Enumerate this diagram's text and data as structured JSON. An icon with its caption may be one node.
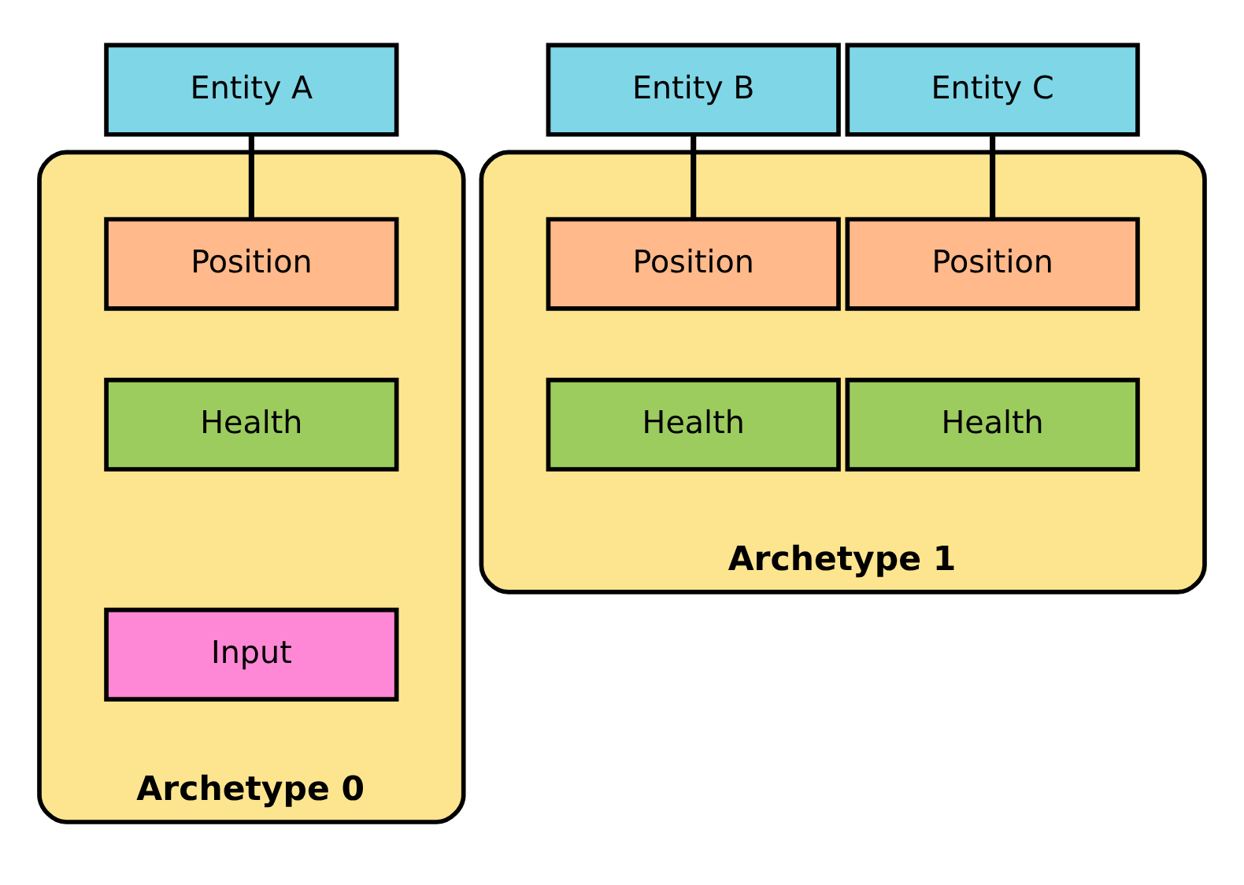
{
  "diagram": {
    "nodes": [
      {
        "text": [
          "Entity A"
        ]
      },
      {
        "text": [
          "Entity B"
        ]
      },
      {
        "text": [
          "Entity C"
        ]
      },
      {
        "text": [
          "Archetype 0"
        ]
      },
      {
        "text": [
          "Position"
        ],
        "in": 3
      },
      {
        "text": [
          "Health"
        ],
        "in": 3
      },
      {
        "text": [
          "Input"
        ],
        "in": 3
      },
      {
        "text": [
          "Archetype 1"
        ]
      },
      {
        "text": [
          "Position"
        ],
        "in": 7
      },
      {
        "text": [
          "Health"
        ],
        "in": 7
      },
      {
        "text": [
          "Position"
        ],
        "in": 7
      },
      {
        "text": [
          "Health"
        ],
        "in": 7
      }
    ],
    "edges": [
      {
        "from": 0,
        "to": 4,
        "arrow": "none"
      },
      {
        "from": 1,
        "to": 8,
        "arrow": "none"
      },
      {
        "from": 2,
        "to": 10,
        "arrow": "none"
      }
    ]
  }
}
